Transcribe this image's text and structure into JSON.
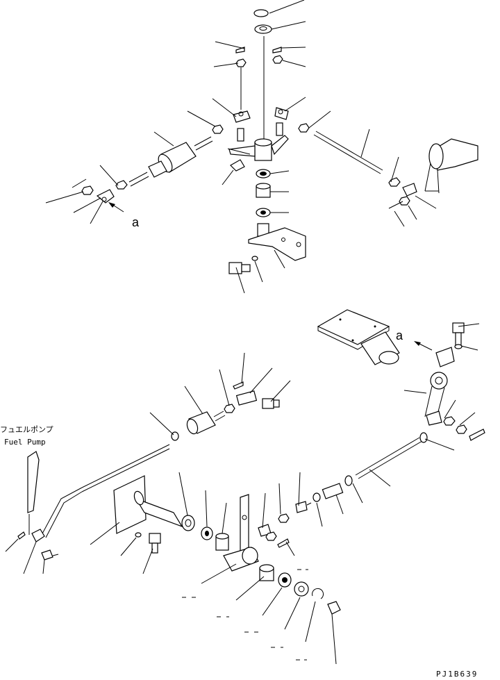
{
  "labels": {
    "view_letter_top": "a",
    "view_letter_bottom": "a",
    "fuel_pump_jp": "フュエルポンプ",
    "fuel_pump_en": "Fuel Pump",
    "drawing_code": "PJ1B639"
  }
}
